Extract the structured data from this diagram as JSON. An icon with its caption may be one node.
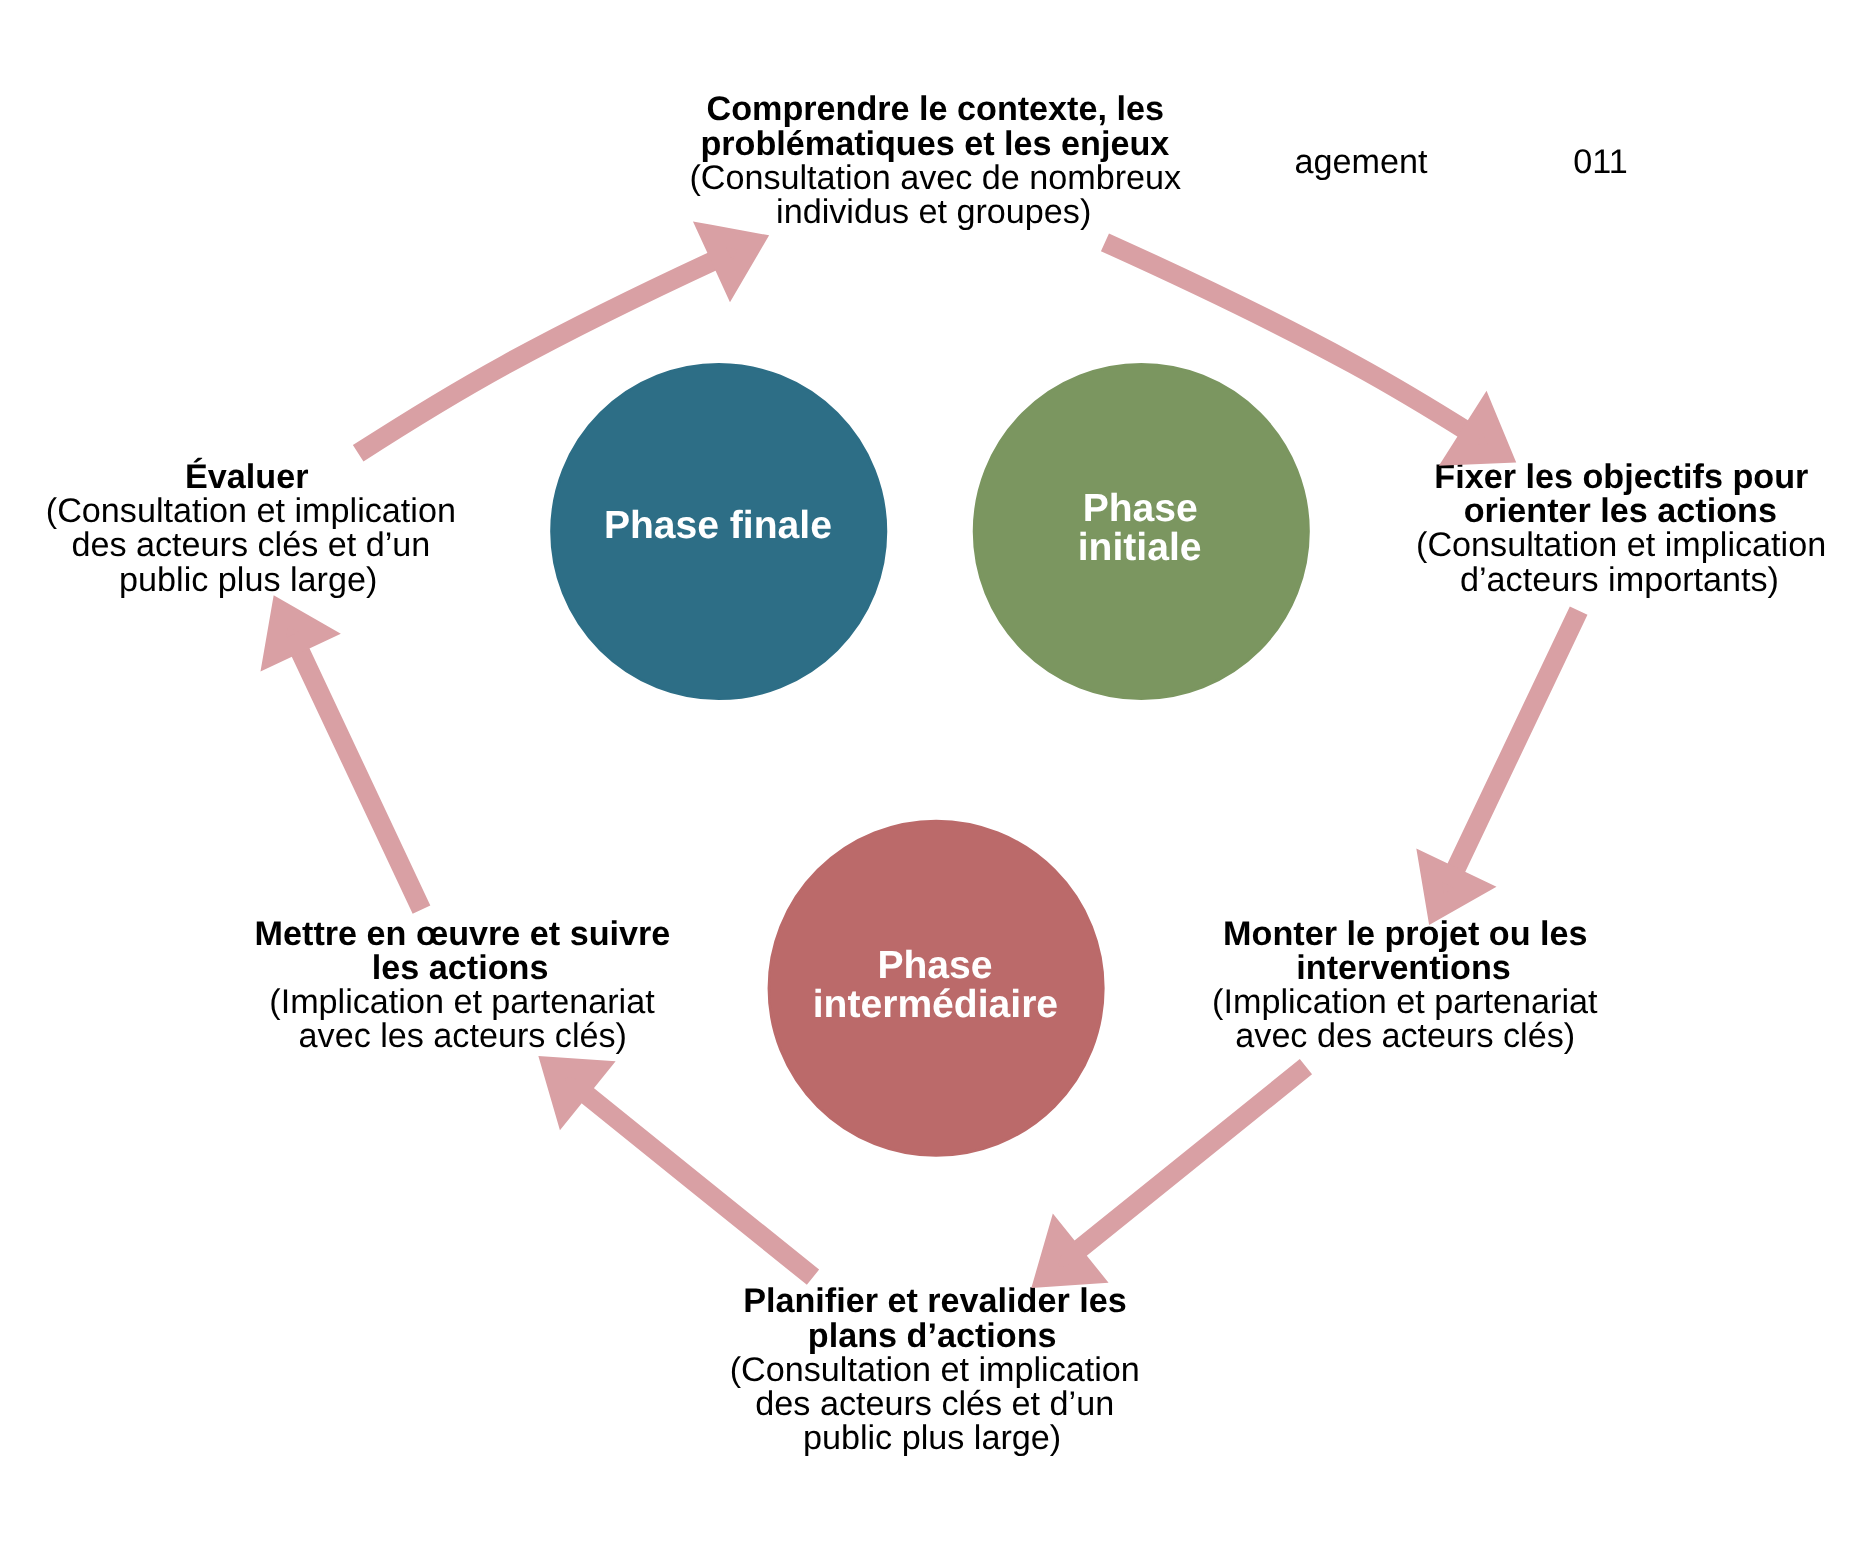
{
  "diagram": {
    "nodes": [
      {
        "text": [
          "Comprendre le contexte, les problématiques et les enjeux",
          "(Consultation avec de nombreux individus et groupes)"
        ]
      },
      {
        "text": [
          "Fixer les objectifs pour orienter les actions",
          "(Consultation et implication d’acteurs importants)"
        ]
      },
      {
        "text": [
          "Monter le projet ou les interventions",
          "(Implication et partenariat avec des acteurs clés)"
        ]
      },
      {
        "text": [
          "Planifier et revalider les plans d’actions",
          "(Consultation et implication des acteurs clés et d’un public plus large)"
        ]
      },
      {
        "text": [
          "Mettre en œuvre et suivre les actions",
          "(Implication et partenariat avec les acteurs clés)"
        ]
      },
      {
        "text": [
          "Évaluer",
          "(Consultation et implication des acteurs clés et d’un public plus large)"
        ]
      },
      {
        "text": [
          "Phase initiale"
        ]
      },
      {
        "text": [
          "Phase intermédiaire"
        ]
      },
      {
        "text": [
          "Phase finale"
        ]
      }
    ],
    "edges": [
      {
        "from": 0,
        "to": 1,
        "arrow": "to"
      },
      {
        "from": 1,
        "to": 2,
        "arrow": "to"
      },
      {
        "from": 2,
        "to": 3,
        "arrow": "to"
      },
      {
        "from": 3,
        "to": 4,
        "arrow": "to"
      },
      {
        "from": 4,
        "to": 5,
        "arrow": "to"
      },
      {
        "from": 5,
        "to": 0,
        "arrow": "to"
      }
    ],
    "labels": [
      "agement",
      "011"
    ]
  }
}
